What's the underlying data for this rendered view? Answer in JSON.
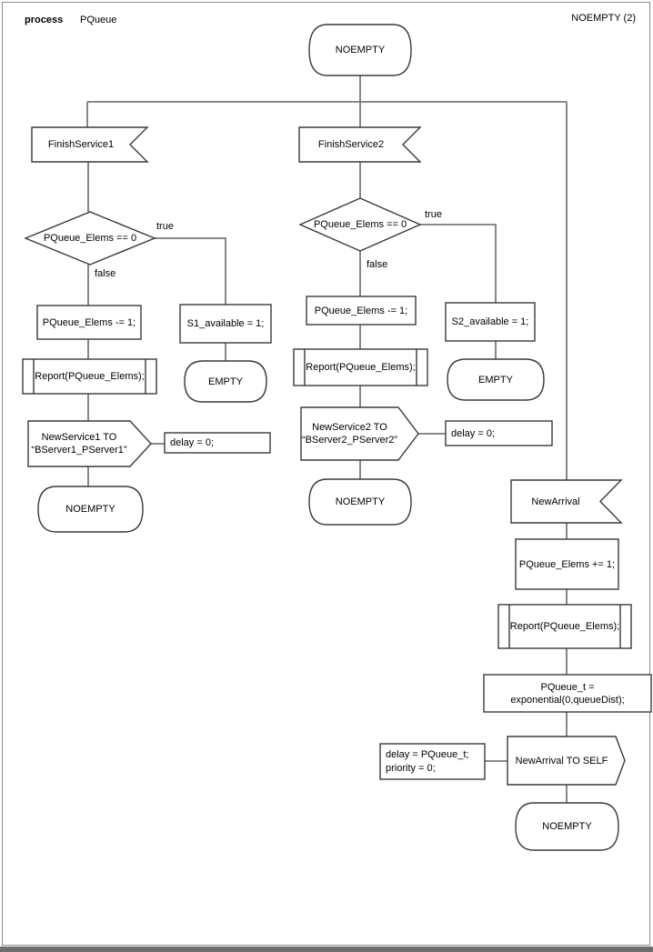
{
  "header": {
    "kind_label": "process",
    "process_name": "PQueue",
    "page_ref": "NOEMPTY (2)"
  },
  "colors": {
    "shape_border": "#3a3a3a",
    "connector": "#7a7a7a",
    "page_edge": "#8a8a8a",
    "bottom_bar": "#6e6e6e"
  },
  "start": {
    "state": "NOEMPTY"
  },
  "branch1": {
    "input": "FinishService1",
    "decision": "PQueue_Elems == 0",
    "true_label": "true",
    "false_label": "false",
    "task": "PQueue_Elems -= 1;",
    "procedure": "Report(PQueue_Elems);",
    "output_line1": "NewService1 TO",
    "output_line2": "“BServer1_PServer1”",
    "comment": "delay = 0;",
    "end_state": "NOEMPTY",
    "true_task": "S1_available = 1;",
    "true_state": "EMPTY"
  },
  "branch2": {
    "input": "FinishService2",
    "decision": "PQueue_Elems == 0",
    "true_label": "true",
    "false_label": "false",
    "task": "PQueue_Elems -= 1;",
    "procedure": "Report(PQueue_Elems);",
    "output_line1": "NewService2 TO",
    "output_line2": "“BServer2_PServer2”",
    "comment": "delay = 0;",
    "end_state": "NOEMPTY",
    "true_task": "S2_available = 1;",
    "true_state": "EMPTY"
  },
  "branch3": {
    "input": "NewArrival",
    "task1": "PQueue_Elems += 1;",
    "procedure": "Report(PQueue_Elems);",
    "task2": "PQueue_t = exponential(0,queueDist);",
    "output": "NewArrival TO SELF",
    "comment_line1": "delay = PQueue_t;",
    "comment_line2": "priority = 0;",
    "end_state": "NOEMPTY"
  }
}
